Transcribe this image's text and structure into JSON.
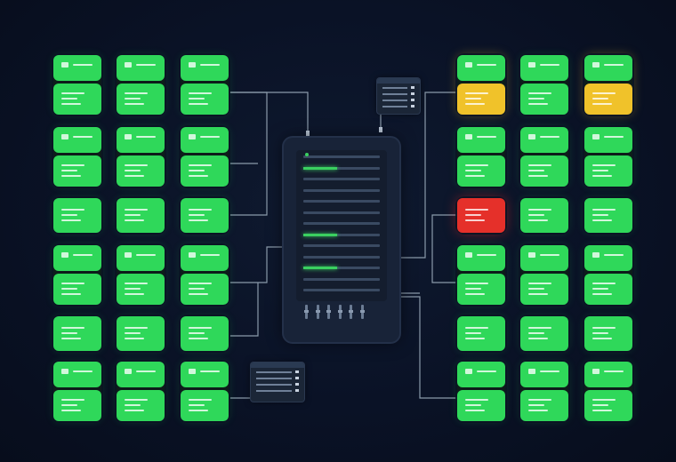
{
  "theme": {
    "ok": "#2fd85a",
    "ok_dark": "#1fb848",
    "warn": "#f0c22a",
    "error": "#e5302a",
    "wire": "#8a9aaa",
    "server_bar": "#3ad060"
  },
  "grids": [
    {
      "side": "left",
      "rows": [
        [
          "ok-2",
          "ok-2",
          "ok-2"
        ],
        [
          "ok-2",
          "ok-2",
          "ok-2"
        ],
        [
          "ok-1",
          "ok-1",
          "ok-1"
        ],
        [
          "ok-2",
          "ok-2",
          "ok-2"
        ],
        [
          "ok-1",
          "ok-1",
          "ok-1"
        ],
        [
          "ok-2",
          "ok-2",
          "ok-2"
        ]
      ]
    },
    {
      "side": "right",
      "rows": [
        [
          "ok+warn",
          "ok-2",
          "ok+warn"
        ],
        [
          "ok-2",
          "ok-2",
          "ok-2"
        ],
        [
          "error-1",
          "ok-1",
          "ok-1"
        ],
        [
          "ok-2",
          "ok-2",
          "ok-2"
        ],
        [
          "ok-1",
          "ok-1",
          "ok-1"
        ],
        [
          "ok-2",
          "ok-2",
          "ok-2"
        ]
      ]
    }
  ],
  "server": {
    "icon": "server-rack-icon",
    "highlighted_rows": [
      1,
      7,
      10
    ],
    "row_count": 13,
    "port_count": 6
  },
  "monitor_panels": [
    {
      "icon": "monitor-icon",
      "position": "top-center"
    },
    {
      "icon": "monitor-icon",
      "position": "bottom-left"
    }
  ]
}
